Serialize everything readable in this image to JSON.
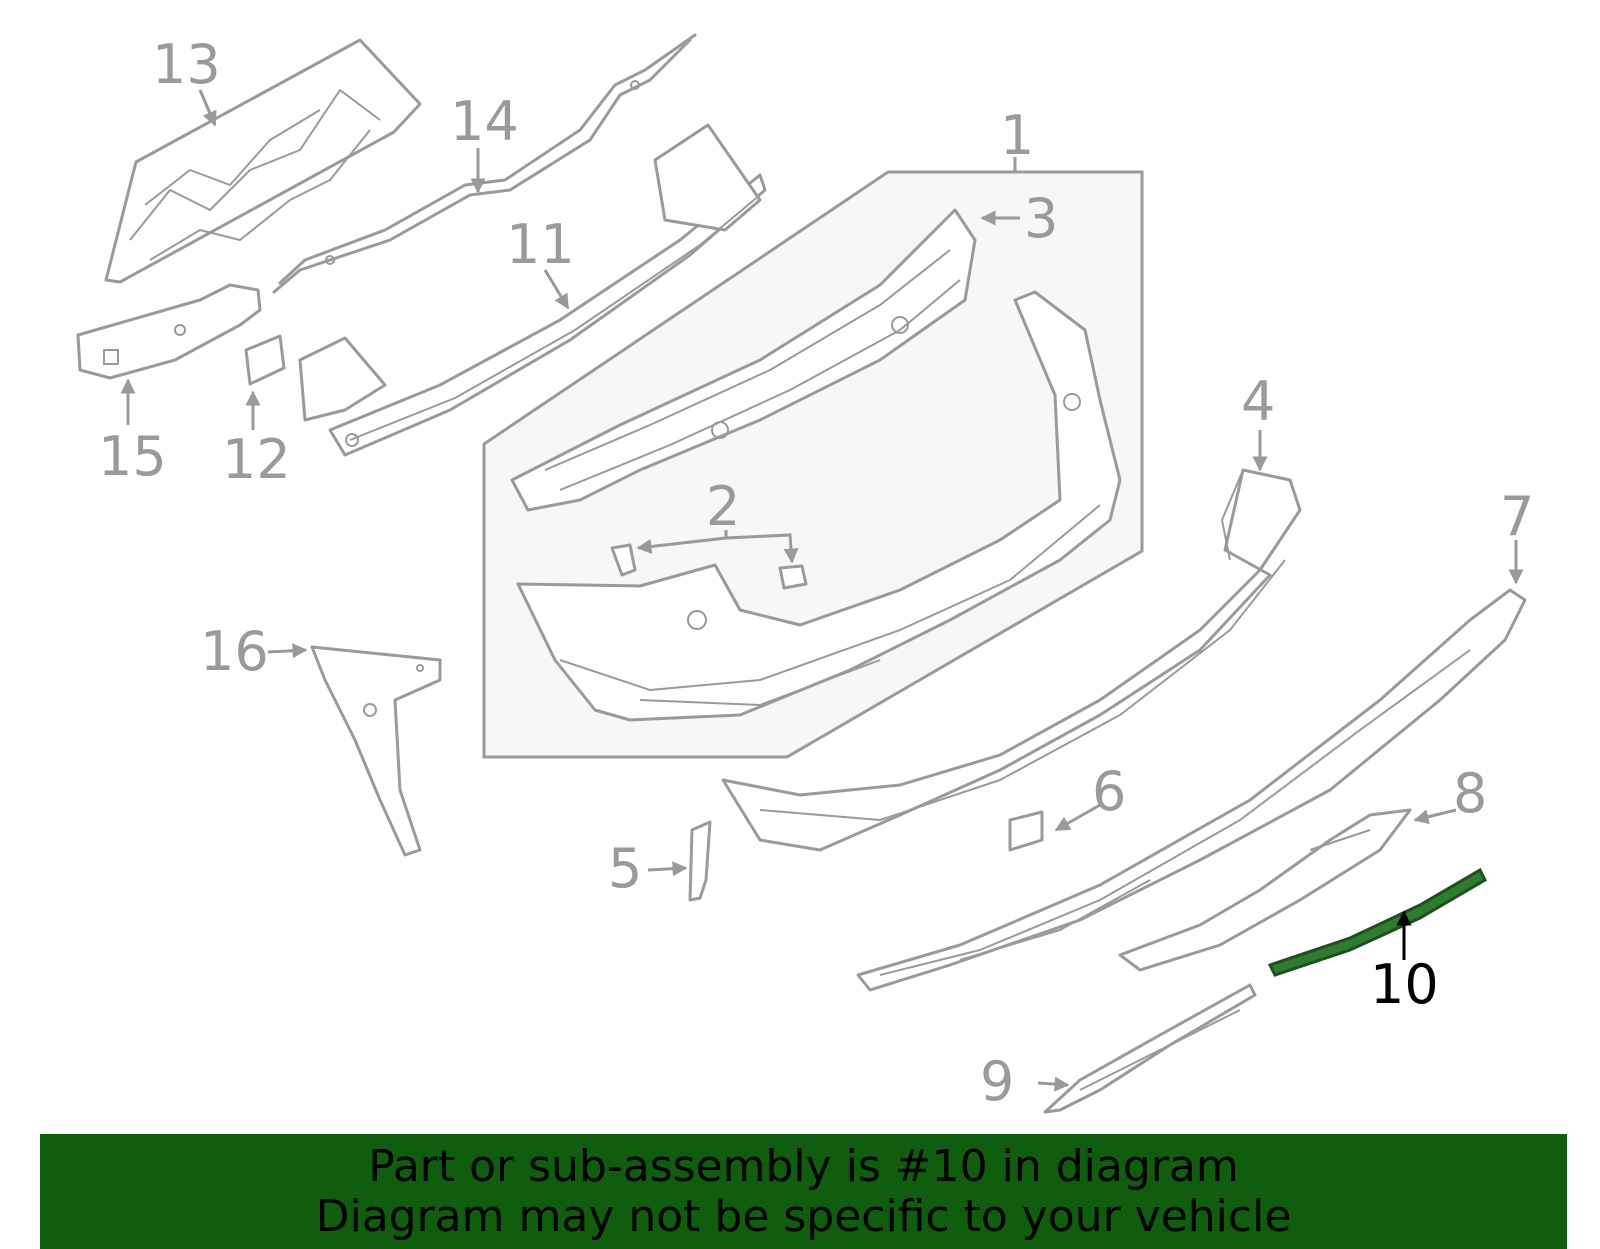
{
  "callouts": {
    "c1": "1",
    "c2": "2",
    "c3": "3",
    "c4": "4",
    "c5": "5",
    "c6": "6",
    "c7": "7",
    "c8": "8",
    "c9": "9",
    "c10": "10",
    "c11": "11",
    "c12": "12",
    "c13": "13",
    "c14": "14",
    "c15": "15",
    "c16": "16"
  },
  "highlighted_part": "10",
  "colors": {
    "line": "#9a9a9a",
    "highlight_part": "#2e7d2e",
    "banner_background": "#0e5e0e",
    "banner_text": "#000000",
    "assembly_box_fill": "#f7f7f7"
  },
  "banner": {
    "line1": "Part or sub-assembly is #10 in diagram",
    "line2": "Diagram may not be specific to your vehicle"
  }
}
